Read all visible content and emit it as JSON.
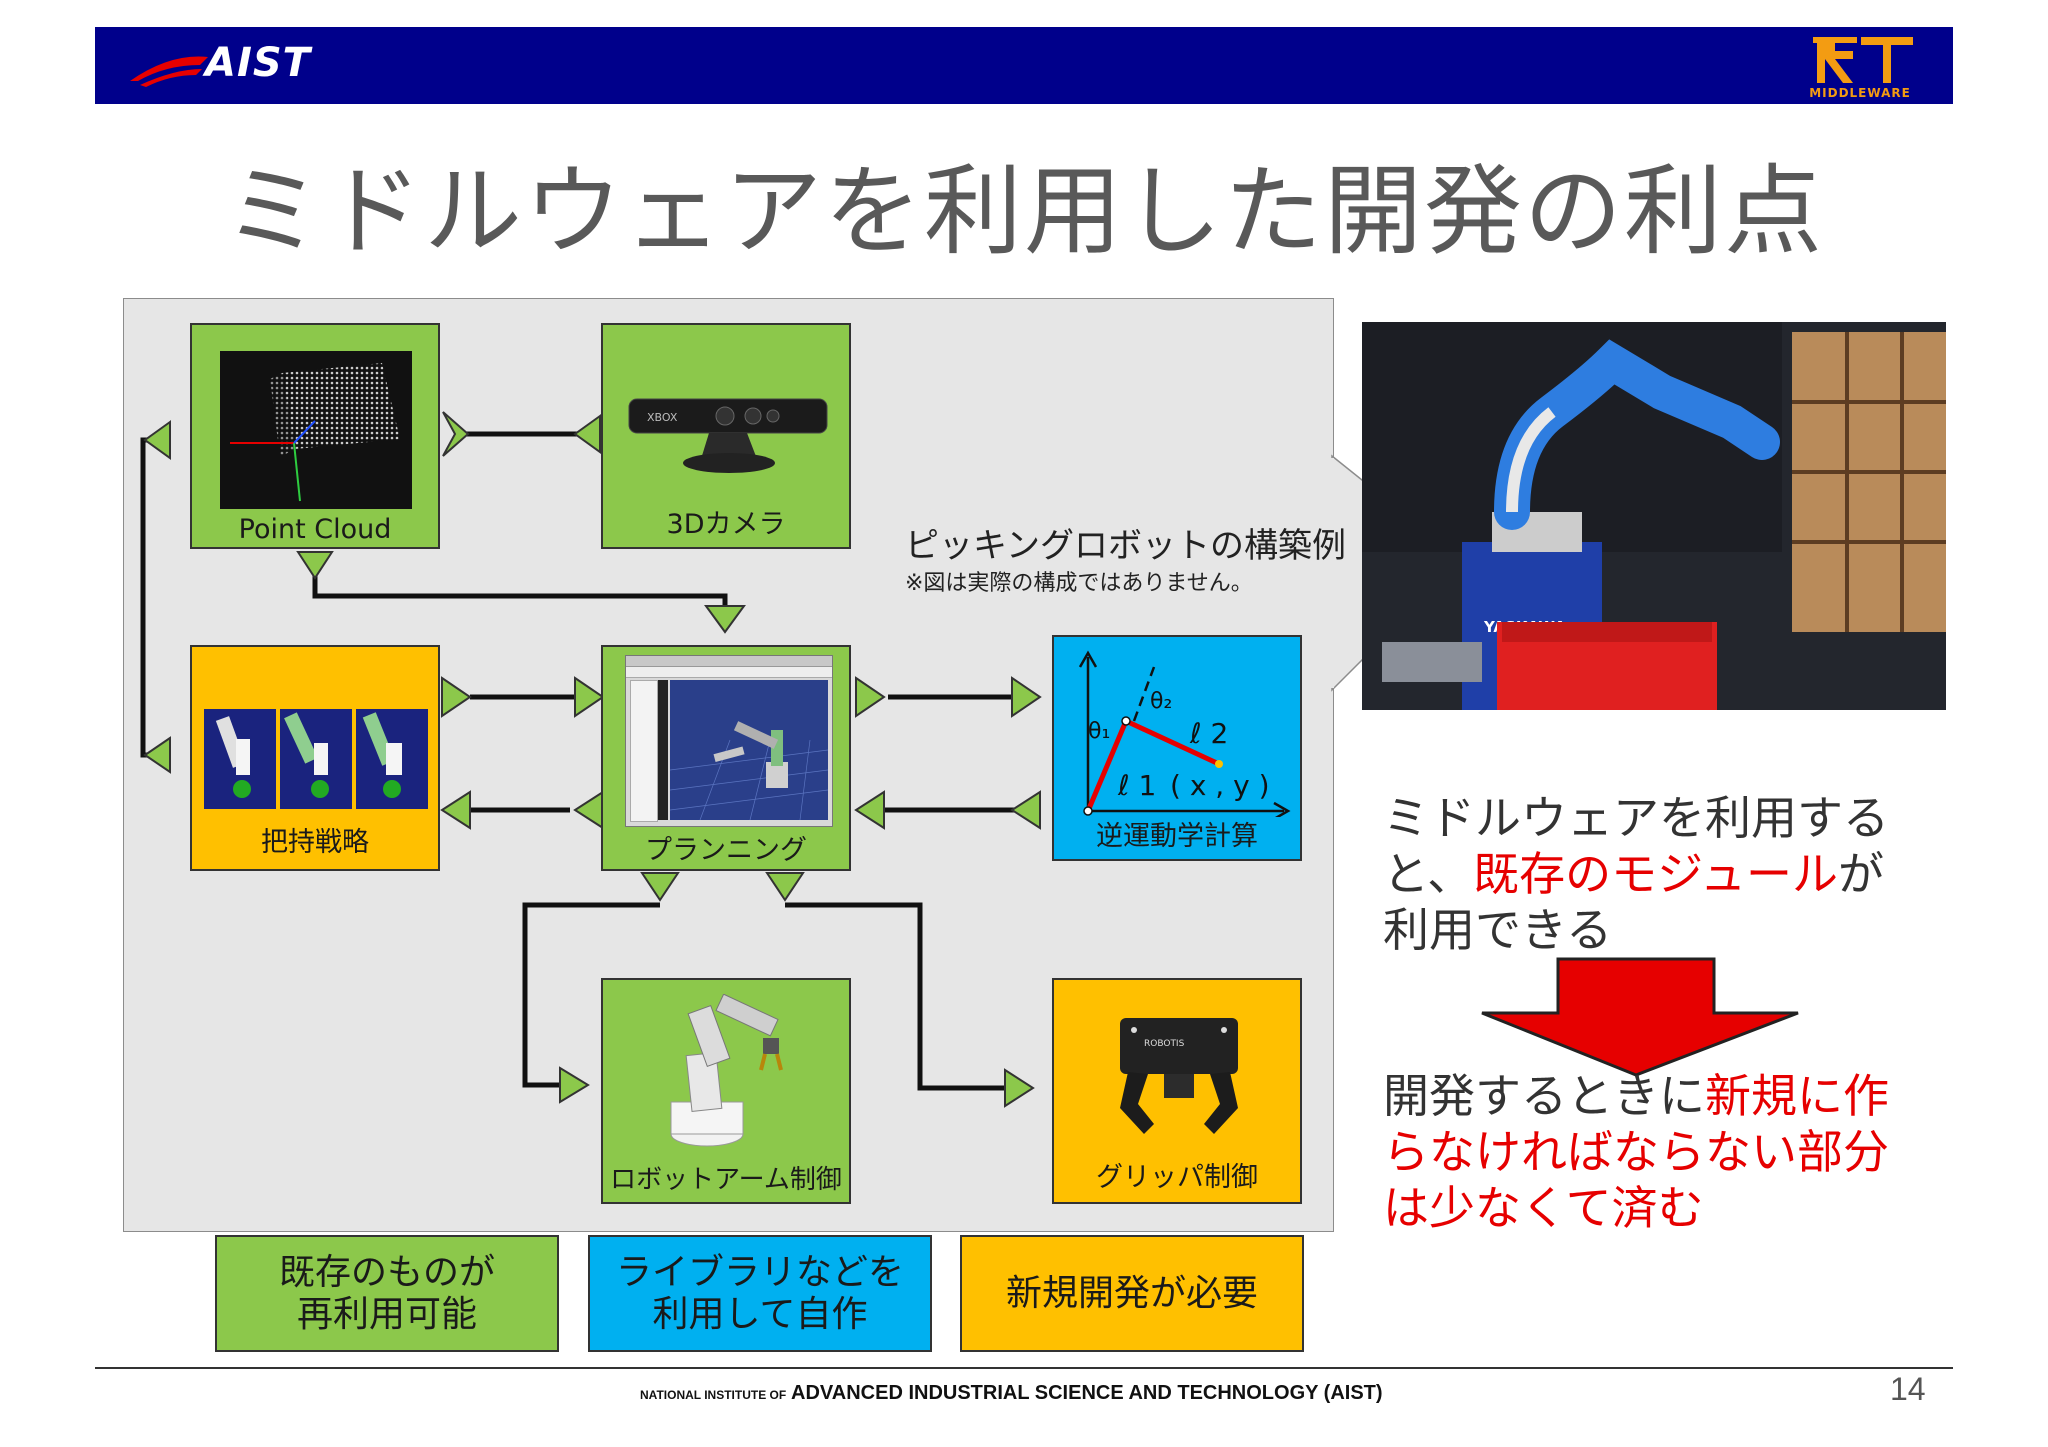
{
  "header": {
    "logo_text": "AIST",
    "rt_logo_caption": "MIDDLEWARE",
    "colors": {
      "bar": "#00008b",
      "rt": "#f39c12"
    }
  },
  "title": "ミドルウェアを利用した開発の利点",
  "diagram": {
    "boxes": {
      "point_cloud": "Point Cloud",
      "camera": "3Dカメラ",
      "grasp": "把持戦略",
      "planning": "プランニング",
      "ik": "逆運動学計算",
      "arm": "ロボットアーム制御",
      "gripper": "グリッパ制御"
    },
    "ik_labels": {
      "theta1": "θ₁",
      "theta2": "θ₂",
      "l1": "ℓ 1",
      "l2": "ℓ 2",
      "xy": "( x , y )"
    },
    "camera_brand": "XBOX",
    "gripper_brand": "ROBOTIS",
    "callout": {
      "title": "ピッキングロボットの構築例",
      "note": "※図は実際の構成ではありません。"
    },
    "legend": {
      "existing": [
        "既存のものが",
        "再利用可能"
      ],
      "library": [
        "ライブラリなどを",
        "利用して自作"
      ],
      "new": "新規開発が必要"
    },
    "colors": {
      "green": "#8cc84b",
      "orange": "#ffc000",
      "blue": "#00b0f0",
      "red": "#e60000"
    }
  },
  "photo": {
    "brand": "YASKAWA"
  },
  "side": {
    "line1_a": "ミドルウェアを利用する",
    "line2_a": "と、",
    "line2_red": "既存のモジュール",
    "line2_b": "が",
    "line3": "利用できる",
    "line4_a": "開発するときに",
    "line4_red": "新規に作",
    "line5_red": "らなければならない部分",
    "line6_red": "は少なくて済む"
  },
  "footer": {
    "small": "NATIONAL INSTITUTE OF",
    "main": "ADVANCED INDUSTRIAL SCIENCE AND TECHNOLOGY (AIST)",
    "page_number": "14"
  }
}
